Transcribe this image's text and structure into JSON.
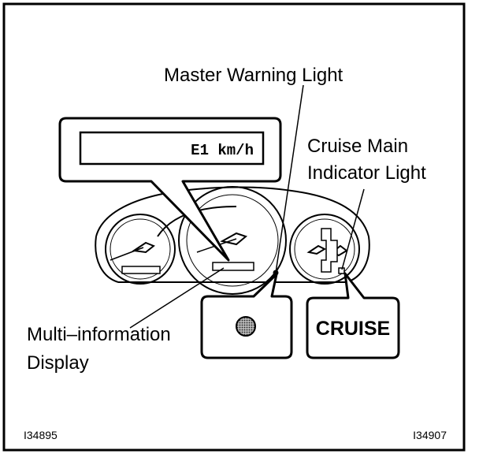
{
  "labels": {
    "master_warning": "Master Warning Light",
    "cruise_main_line1": "Cruise Main",
    "cruise_main_line2": "Indicator Light",
    "multi_info_line1": "Multi–information",
    "multi_info_line2": "Display"
  },
  "lcd_display_text": "E1 km/h",
  "cruise_badge_text": "CRUISE",
  "figure_codes": {
    "left": "I34895",
    "right": "I34907"
  },
  "colors": {
    "line": "#000000",
    "background": "#ffffff",
    "warning_lamp": "#555555"
  },
  "icons": {
    "warning_lamp": "filled-circle-lamp-icon"
  }
}
